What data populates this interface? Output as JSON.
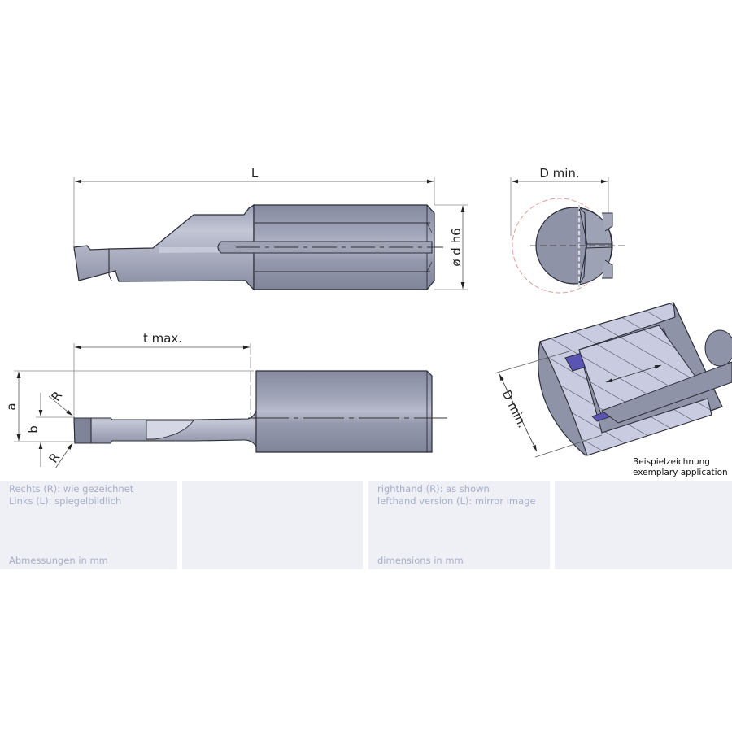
{
  "drawing": {
    "top_view": {
      "length_label": "L",
      "diameter_label": "ø d h6"
    },
    "end_view": {
      "bore_label": "D min."
    },
    "side_view": {
      "depth_label": "t max.",
      "a_label": "a",
      "b_label": "b",
      "radius_top_label": "R",
      "radius_bottom_label": "R"
    },
    "application_view": {
      "bore_label": "D min.",
      "caption_de": "Beispielzeichnung",
      "caption_en": "exemplary application"
    },
    "colors": {
      "tool_body": "#8e93a8",
      "tool_dark": "#7c8197",
      "tool_highlight": "#c9ccda",
      "outline": "#2a2c36",
      "dim_line": "#8a8a8a",
      "section_fill": "#c8cadf",
      "groove_blue": "#5a55b3",
      "reference_circle": "#e3938d"
    }
  },
  "info_panels": {
    "german": {
      "line1": "Rechts (R): wie gezeichnet",
      "line2": "Links (L): spiegelbildlich",
      "units": "Abmessungen in mm"
    },
    "english": {
      "line1": "righthand (R): as shown",
      "line2": "lefthand version (L): mirror image",
      "units": "dimensions in mm"
    },
    "panel_color": "#eff0f5",
    "text_color": "#a8adc9"
  }
}
